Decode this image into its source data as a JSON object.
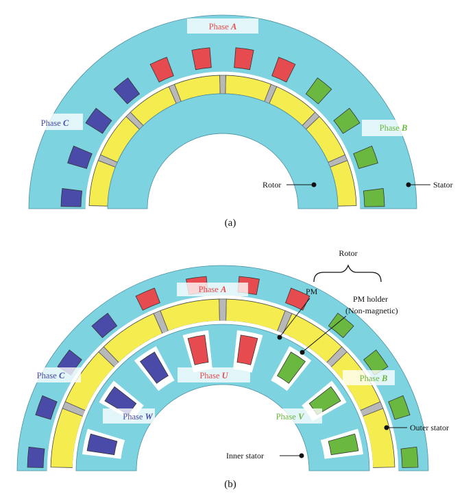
{
  "colors": {
    "steel": "#7dd3e0",
    "outline": "#4a8fa0",
    "magnet": "#f5ec4f",
    "holder": "#b8b8b8",
    "phase_a": "#e64b4f",
    "phase_b": "#6ab83f",
    "phase_c": "#4a4aa8",
    "phase_u": "#e64b4f",
    "phase_v": "#6ab83f",
    "phase_w": "#4a4aa8"
  },
  "figure_a": {
    "caption": "(a)",
    "phase_a": {
      "prefix": "Phase ",
      "letter": "A"
    },
    "phase_b": {
      "prefix": "Phase ",
      "letter": "B"
    },
    "phase_c": {
      "prefix": "Phase ",
      "letter": "C"
    },
    "rotor_label": "Rotor",
    "stator_label": "Stator"
  },
  "figure_b": {
    "caption": "(b)",
    "phase_a": {
      "prefix": "Phase ",
      "letter": "A"
    },
    "phase_b": {
      "prefix": "Phase ",
      "letter": "B"
    },
    "phase_c": {
      "prefix": "Phase ",
      "letter": "C"
    },
    "phase_u": {
      "prefix": "Phase ",
      "letter": "U"
    },
    "phase_v": {
      "prefix": "Phase ",
      "letter": "V"
    },
    "phase_w": {
      "prefix": "Phase ",
      "letter": "W"
    },
    "rotor_label": "Rotor",
    "pm_label": "PM",
    "pm_holder_label": "PM holder",
    "pm_holder_note": "(Non-magnetic)",
    "outer_stator_label": "Outer stator",
    "inner_stator_label": "Inner stator"
  }
}
